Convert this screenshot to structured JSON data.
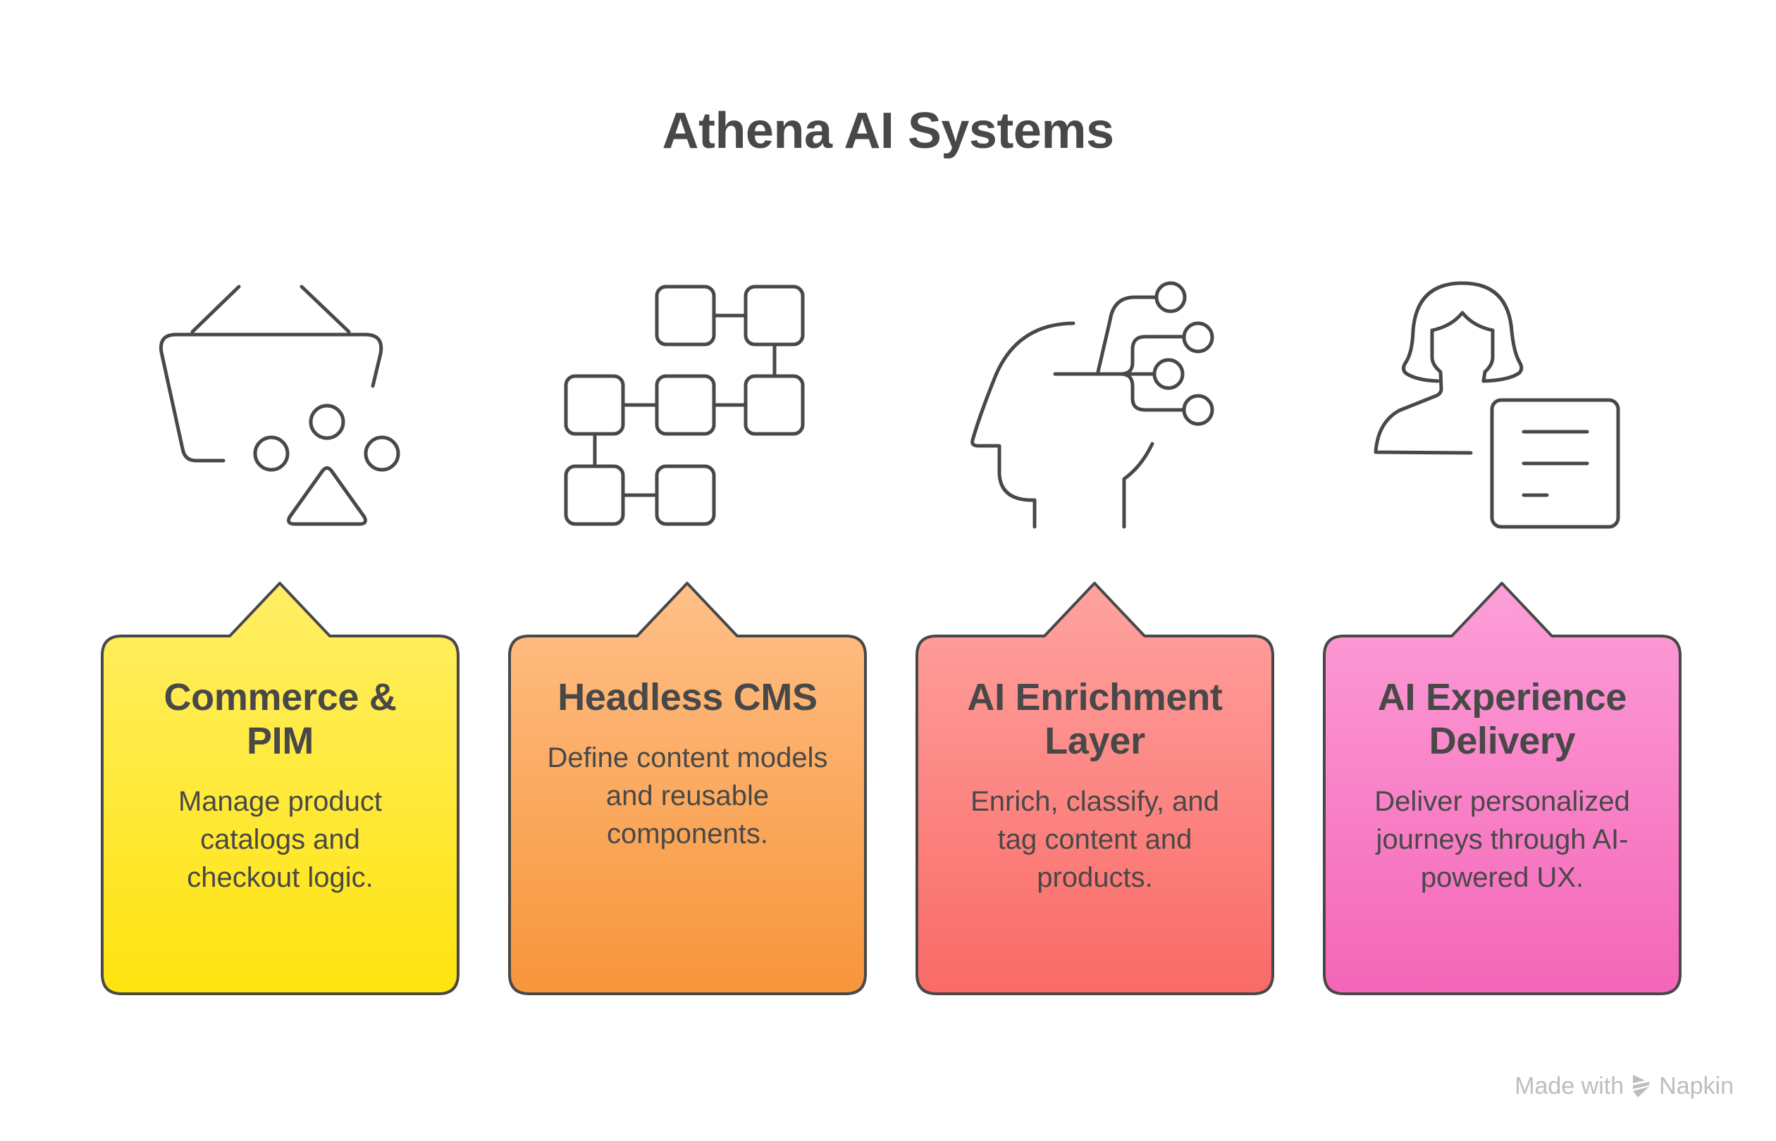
{
  "title": "Athena AI Systems",
  "cards": [
    {
      "heading": "Commerce & PIM",
      "description": "Manage product catalogs and checkout logic.",
      "icon": "shopping-basket-shapes-icon",
      "gradient_top": "#FFEE66",
      "gradient_bottom": "#FFE40F"
    },
    {
      "heading": "Headless CMS",
      "description": "Define content models and reusable components.",
      "icon": "connected-blocks-icon",
      "gradient_top": "#FFC088",
      "gradient_bottom": "#F7953A"
    },
    {
      "heading": "AI Enrichment Layer",
      "description": "Enrich, classify, and tag content and products.",
      "icon": "head-circuit-icon",
      "gradient_top": "#FFA3A0",
      "gradient_bottom": "#F96A66"
    },
    {
      "heading": "AI Experience Delivery",
      "description": "Deliver personalized journeys through AI-powered UX.",
      "icon": "person-document-icon",
      "gradient_top": "#FD9FD8",
      "gradient_bottom": "#F466B8"
    }
  ],
  "outline_color": "#484848",
  "watermark": {
    "prefix": "Made with",
    "brand": "Napkin"
  }
}
